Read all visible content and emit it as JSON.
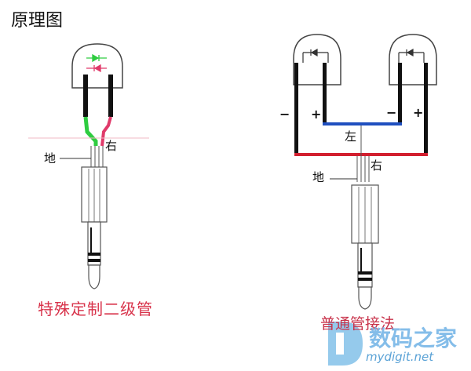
{
  "title": "原理图",
  "left_diagram": {
    "label_ground": "地",
    "label_right": "右",
    "caption": "特殊定制二级管"
  },
  "right_diagram": {
    "label_left": "左",
    "label_right": "右",
    "label_ground": "地",
    "minus_left": "−",
    "plus_left": "+",
    "minus_right": "−",
    "plus_right": "+",
    "caption": "普通管接法"
  },
  "watermark": {
    "brand": "数码之家",
    "url": "mydigit.net"
  },
  "colors": {
    "green_wire": "#2ecc40",
    "pink_wire": "#e03a6a",
    "blue_bar": "#1f4fbf",
    "red_bar": "#d21f2f",
    "caption": "#d8324a",
    "watermark": "#6fb2e6"
  }
}
